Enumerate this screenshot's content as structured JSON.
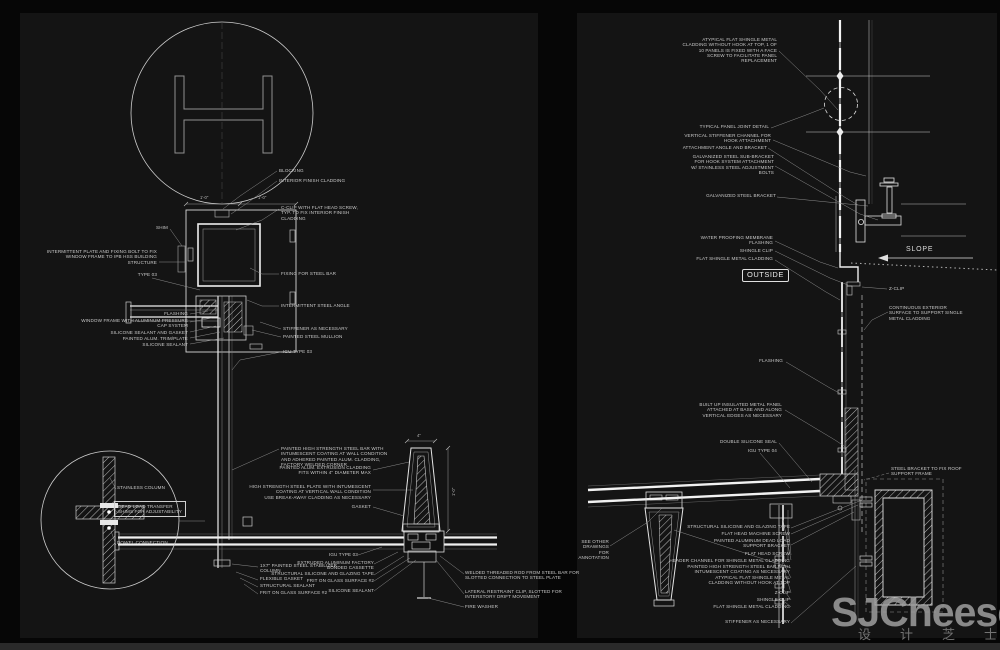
{
  "watermark": {
    "brand": "SJCheese",
    "subtitle": "设计芝士"
  },
  "colors": {
    "background": "#060606",
    "panel": "#141414",
    "linework": "#d6d6d6",
    "bright_line": "#f2f2f2",
    "label_text": "#c9c9c9",
    "watermark": "#9e9e9e"
  },
  "left": {
    "blocking": "BLOCKING",
    "interior_finish": "INTERIOR FINISH CLADDING",
    "cclip": "C-CLIP WITH FLAT HEAD SCREW,\nTYP. TO FIX INTERIOR FINISH\nCLADDING",
    "fixing_steel_bar": "FIXING FOR STEEL BAR",
    "intermittent_angle": "INTERMITTENT STEEL ANGLE",
    "shim": "SHIM",
    "intermittent_plate": "INTERMITTENT PLATE AND FIXING BOLT TO FIX\nWINDOW FRAME TO IPB HSS BUILDING\nSTRUCTURE",
    "type03": "TYPE 03",
    "flashing": "FLASHING",
    "window_frame": "WINDOW FRAME WITH ALUMINUM PRESSURE\nCAP SYSTEM",
    "silicone_gasket": "SILICONE SEALANT AND GASKET",
    "alum_trim": "PAINTED ALUM. TRIM/PLATE",
    "silicone_sealant": "SILICONE SEALANT",
    "stiffener": "STIFFENER AS NECESSARY",
    "steel_mullion": "PAINTED STEEL MULLION",
    "igu03_a": "IGU TYPE 03",
    "high_strength_bar": "PAINTED HIGH STRENGTH STEEL BAR WITH\nINTUMESCENT COATING AT WALL CONDITION\nAND ADHERED PAINTED ALUM. CLADDING,\nFACTORY WELDED CORNER",
    "alum_extrusion": "PAINTED ALUM. EXTRUSION CLADDING\nFITS WITHIN 4\" DIAMETER MAX",
    "steel_plate": "HIGH STRENGTH STEEL PLATE WITH INTUMESCENT\nCOATING AT VERTICAL WALL CONDITION\nUSE BREAK-AWAY CLADDING AS NECESSARY",
    "gasket": "GASKET",
    "stainless_column": "STAINLESS COLUMN",
    "dead_load": "DEAD LOAD TRANSFER\nSHIMS FOR ADJUSTABILITY",
    "dowel": "DOWEL CONNECTION",
    "stabilizer": "1X7\" PAINTED STEEL STABILIZER\nCOLUMN",
    "flexible_gasket": "FLEXIBLE GASKET",
    "structural_sealant": "STRUCTURAL SEALANT",
    "frit_left": "FRIT ON GLASS SURFACE #2",
    "igu03_b": "IGU TYPE 03",
    "cassette": "EXTRUDED ALUMINUM FACTORY\nBONDED CASSETTE",
    "struct_silicone": "STRUCTURAL SILICONE AND GLAZING TAPE",
    "frit_mid": "FRIT ON GLASS SURFACE #2",
    "silicone_sealant2": "SILICONE SEALANT",
    "welded_rod": "WELDED THREADED ROD FROM STEEL BAR FOR\nSLOTTED CONNECTION TO STEEL PLATE",
    "lateral_clip": "LATERAL RESTRAINT CLIP, SLOTTED FOR\nINTERSTORY DRIFT MOVEMENT",
    "fire_washer": "FIRE WASHER",
    "dims": {
      "win_a": "1'-0\"",
      "win_b": "1'-0\"",
      "mullion_top": "4\"",
      "mullion_side": "1'-0\""
    }
  },
  "right": {
    "atypical_top": "ATYPICAL FLAT SHINGLE METAL\nCLADDING WITHOUT HOOK AT TOP, 1 OF\n10 PANELS IS FIXED WITH A FACE\nSCREW TO FACILITATE PANEL\nREPLACEMENT",
    "typical_joint": "TYPICAL PANEL JOINT DETAIL",
    "vert_stiffener": "VERTICAL STIFFENER CHANNEL FOR\nHOOK ATTACHMENT",
    "attach_angle": "ATTACHMENT ANGLE AND BRACKET",
    "galv_sub": "GALVANIZED STEEL SUB-BRACKET\nFOR HOOK SYSTEM ATTACHMENT\nW/ STAINLESS STEEL ADJUSTMENT\nBOLTS",
    "galv_bracket": "GALVANIZED STEEL BRACKET",
    "waterproof": "WATER PROOFING MEMBRANE\nFLASHING",
    "shingle_clip_a": "SHINGLE CLIP",
    "flat_shingle_a": "FLAT SHINGLE METAL CLADDING",
    "outside": "OUTSIDE",
    "slope": "SLOPE",
    "zclip_a": "Z-CLIP",
    "continuous": "CONTINUOUS EXTERIOR\nSURFACE TO SUPPORT SINGLE\nMETAL CLADDING",
    "flashing_b": "FLASHING",
    "builtup": "BUILT UP INSULATED METAL PANEL\nATTACHED AT BASE AND ALONG\nVERTICAL EDGES AS NECESSARY",
    "double_seal": "DOUBLE SILICONE SEAL",
    "igu04": "IGU TYPE 04",
    "steel_bracket_roof": "STEEL BRACKET TO FIX ROOF\nSUPPORT FRAME",
    "see_other": "SEE OTHER\nDRAWINGS\nFOR\nANNOTATION",
    "struct_silicone_b": "STRUCTURAL SILICONE AND GLAZING TAPE",
    "flat_head_machine": "FLAT HEAD MACHINE SCREW",
    "dead_load_bracket": "PAINTED ALUMINUM DEAD LOAD\nSUPPORT BRACKET",
    "flat_head_screw": "FLAT HEAD SCREW",
    "header_channel": "HEADER CHANNEL FOR SHINGLE METAL CLADDING",
    "painted_bar": "PAINTED HIGH STRENGTH STEEL BAR WITH\nINTUMESCENT COATING AS NECESSARY",
    "atypical_bottom": "ATYPICAL FLAT SHINGLE METAL\nCLADDING WITHOUT HOOK AT TOP",
    "zclip_b": "Z-CLIP",
    "shingle_clip_b": "SHINGLE CLIP",
    "flat_shingle_b": "FLAT SHINGLE METAL CLADDING",
    "stiffener_b": "STIFFENER AS NECESSARY"
  }
}
